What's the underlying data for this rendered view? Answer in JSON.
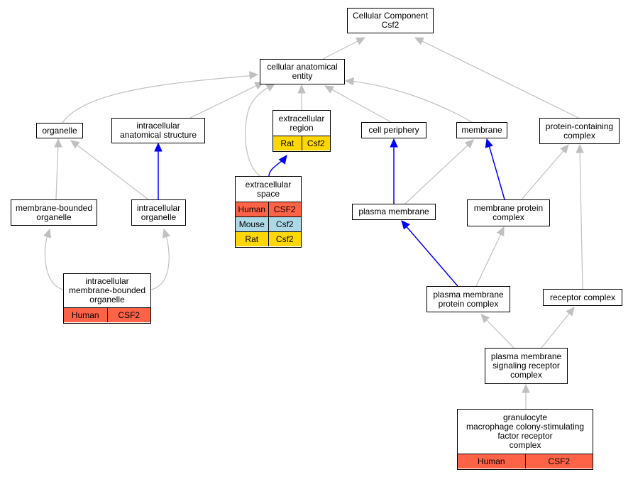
{
  "nodes": {
    "cc_csf2": {
      "label": "Cellular Component\nCsf2",
      "rows": []
    },
    "cae": {
      "label": "cellular anatomical\nentity",
      "rows": []
    },
    "organelle": {
      "label": "organelle",
      "rows": []
    },
    "ias": {
      "label": "intracellular\nanatomical structure",
      "rows": []
    },
    "ecr": {
      "label": "extracellular\nregion",
      "rows": [
        [
          "Rat",
          "Csf2"
        ]
      ]
    },
    "cellper": {
      "label": "cell periphery",
      "rows": []
    },
    "membrane": {
      "label": "membrane",
      "rows": []
    },
    "pcc": {
      "label": "protein-containing\ncomplex",
      "rows": []
    },
    "mbo": {
      "label": "membrane-bounded\norganelle",
      "rows": []
    },
    "ico": {
      "label": "intracellular\norganelle",
      "rows": []
    },
    "ecs": {
      "label": "extracellular\nspace",
      "rows": [
        [
          "Human",
          "CSF2"
        ],
        [
          "Mouse",
          "Csf2"
        ],
        [
          "Rat",
          "Csf2"
        ]
      ]
    },
    "pm": {
      "label": "plasma membrane",
      "rows": []
    },
    "mpc": {
      "label": "membrane protein\ncomplex",
      "rows": []
    },
    "imbo": {
      "label": "intracellular\nmembrane-bounded\norganelle",
      "rows": [
        [
          "Human",
          "CSF2"
        ]
      ]
    },
    "pmpc": {
      "label": "plasma membrane\nprotein complex",
      "rows": []
    },
    "rc": {
      "label": "receptor complex",
      "rows": []
    },
    "pmsrc": {
      "label": "plasma membrane\nsignaling receptor\ncomplex",
      "rows": []
    },
    "gmcsf": {
      "label": "granulocyte\nmacrophage colony-stimulating\nfactor receptor\ncomplex",
      "rows": [
        [
          "Human",
          "CSF2"
        ]
      ]
    }
  },
  "species_colors": {
    "Human": "#ff6347",
    "Mouse": "#add8e6",
    "Rat": "#ffd700"
  },
  "edge_colors": {
    "is_a": "#c0c0c0",
    "part_of": "#0000ff"
  },
  "edges": [
    {
      "from": "cae",
      "to": "cc_csf2",
      "type": "is_a"
    },
    {
      "from": "pcc",
      "to": "cc_csf2",
      "type": "is_a"
    },
    {
      "from": "organelle",
      "to": "cae",
      "type": "is_a"
    },
    {
      "from": "ias",
      "to": "cae",
      "type": "is_a"
    },
    {
      "from": "ecs",
      "to": "cae",
      "type": "is_a"
    },
    {
      "from": "ecr",
      "to": "cae",
      "type": "is_a"
    },
    {
      "from": "cellper",
      "to": "cae",
      "type": "is_a"
    },
    {
      "from": "membrane",
      "to": "cae",
      "type": "is_a"
    },
    {
      "from": "mbo",
      "to": "organelle",
      "type": "is_a"
    },
    {
      "from": "ico",
      "to": "organelle",
      "type": "is_a"
    },
    {
      "from": "ico",
      "to": "ias",
      "type": "part_of"
    },
    {
      "from": "ecs",
      "to": "ecr",
      "type": "part_of"
    },
    {
      "from": "pm",
      "to": "cellper",
      "type": "part_of"
    },
    {
      "from": "pm",
      "to": "membrane",
      "type": "is_a"
    },
    {
      "from": "mpc",
      "to": "membrane",
      "type": "part_of"
    },
    {
      "from": "mpc",
      "to": "pcc",
      "type": "is_a"
    },
    {
      "from": "imbo",
      "to": "mbo",
      "type": "is_a"
    },
    {
      "from": "imbo",
      "to": "ico",
      "type": "is_a"
    },
    {
      "from": "pmpc",
      "to": "pm",
      "type": "part_of"
    },
    {
      "from": "pmpc",
      "to": "mpc",
      "type": "is_a"
    },
    {
      "from": "rc",
      "to": "pcc",
      "type": "is_a"
    },
    {
      "from": "pmsrc",
      "to": "pmpc",
      "type": "is_a"
    },
    {
      "from": "pmsrc",
      "to": "rc",
      "type": "is_a"
    },
    {
      "from": "gmcsf",
      "to": "pmsrc",
      "type": "is_a"
    }
  ]
}
